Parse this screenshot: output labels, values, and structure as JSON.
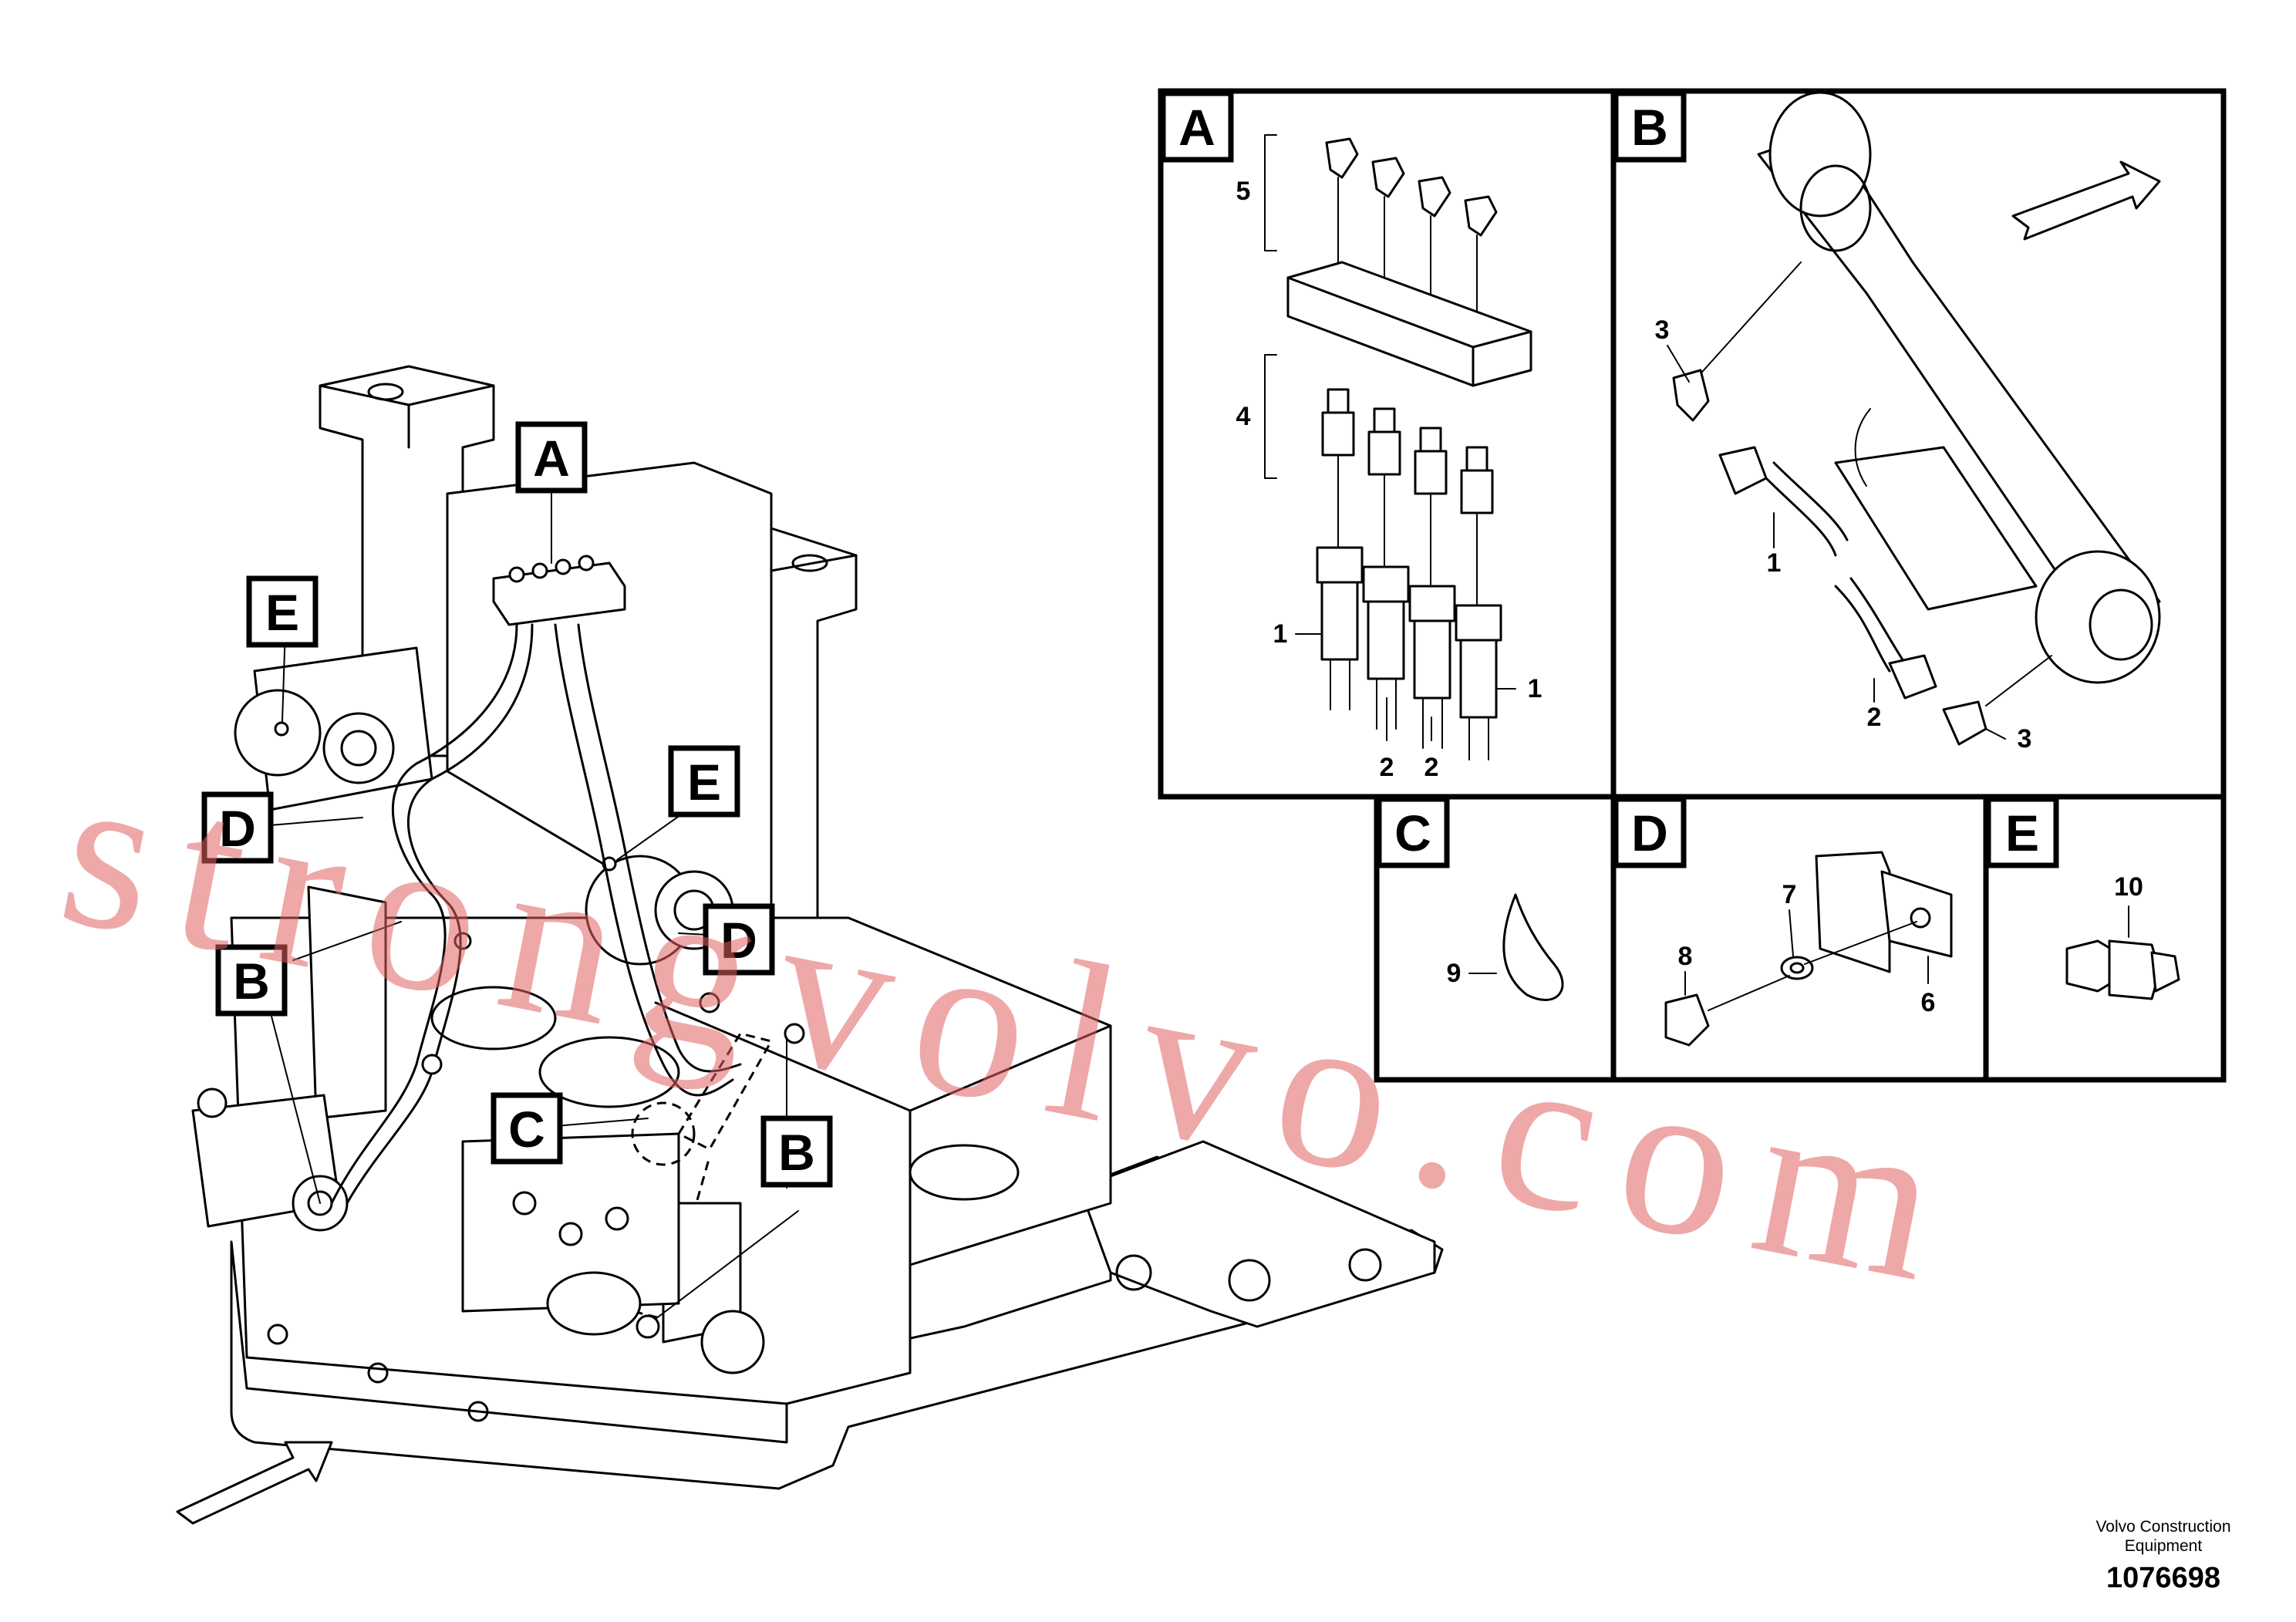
{
  "callouts": {
    "A": "A",
    "B": "B",
    "C": "C",
    "D": "D",
    "E": "E"
  },
  "detail_panels": {
    "A": {
      "label": "A",
      "items": [
        "5",
        "4",
        "1",
        "1",
        "2",
        "2"
      ]
    },
    "B": {
      "label": "B",
      "items": [
        "3",
        "1",
        "2",
        "3"
      ]
    },
    "C": {
      "label": "C",
      "items": [
        "9"
      ]
    },
    "D": {
      "label": "D",
      "items": [
        "7",
        "8",
        "6"
      ]
    },
    "E": {
      "label": "E",
      "items": [
        "10"
      ]
    }
  },
  "watermark": "strongvolvo.com",
  "footer": {
    "company_line1": "Volvo Construction",
    "company_line2": "Equipment",
    "drawing_number": "1076698"
  }
}
